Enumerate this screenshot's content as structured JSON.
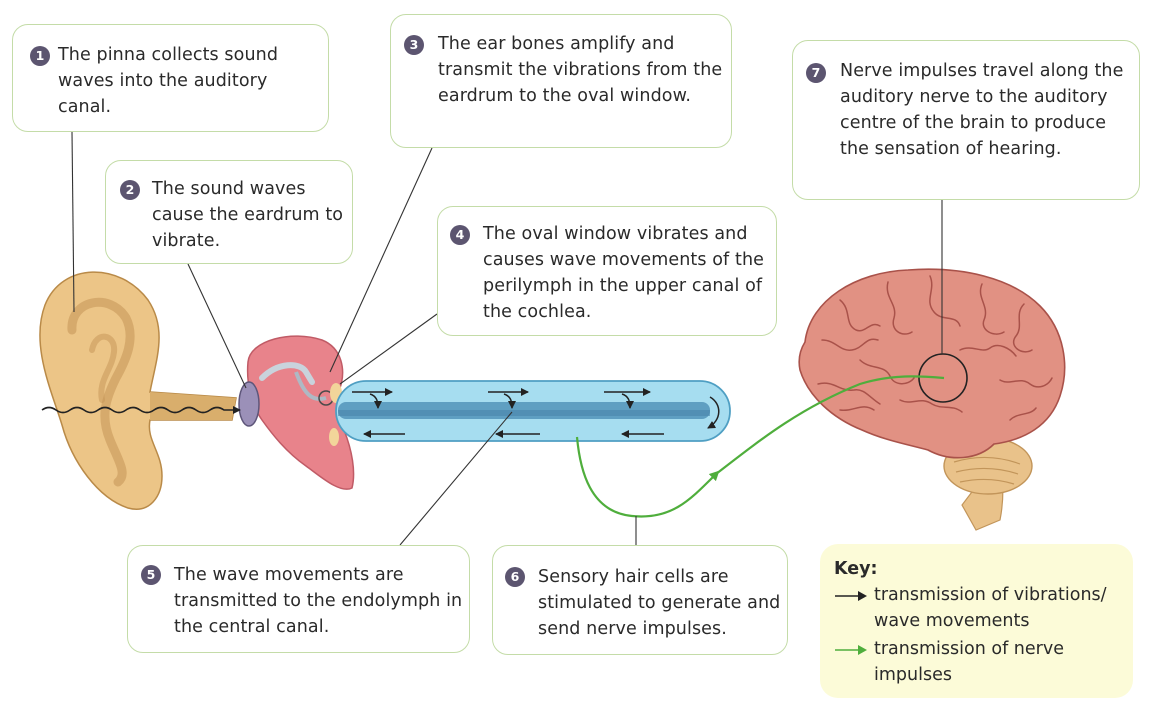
{
  "callouts": [
    {
      "number": "1",
      "text": "The pinna collects sound waves into the auditory canal."
    },
    {
      "number": "2",
      "text": "The sound waves cause the eardrum to vibrate."
    },
    {
      "number": "3",
      "text": "The ear bones amplify and transmit the vibrations from the eardrum to the oval window."
    },
    {
      "number": "4",
      "text": "The oval window vibrates and causes wave movements of the perilymph in the upper canal of the cochlea."
    },
    {
      "number": "5",
      "text": "The wave movements are transmitted to the endolymph in the central canal."
    },
    {
      "number": "6",
      "text": "Sensory hair cells are stimulated to generate and send nerve impulses."
    },
    {
      "number": "7",
      "text": "Nerve impulses travel along the auditory nerve to the auditory centre of the brain to produce the sensation of hearing."
    }
  ],
  "key": {
    "title": "Key:",
    "items": [
      {
        "label": "transmission of vibrations/ wave movements",
        "color": "#222222"
      },
      {
        "label": "transmission of nerve impulses",
        "color": "#4fae3c"
      }
    ]
  },
  "colors": {
    "callout_border": "#c4dca8",
    "number_badge": "#5c5570",
    "ear": "#ecc587",
    "middle_ear": "#e8838b",
    "cochlea_outer": "#a6ddf0",
    "cochlea_inner": "#5f9fc2",
    "brain": "#e19183",
    "cerebellum": "#e9c28a",
    "nerve_impulse": "#4fae3c",
    "key_background": "#fcfbd8"
  }
}
